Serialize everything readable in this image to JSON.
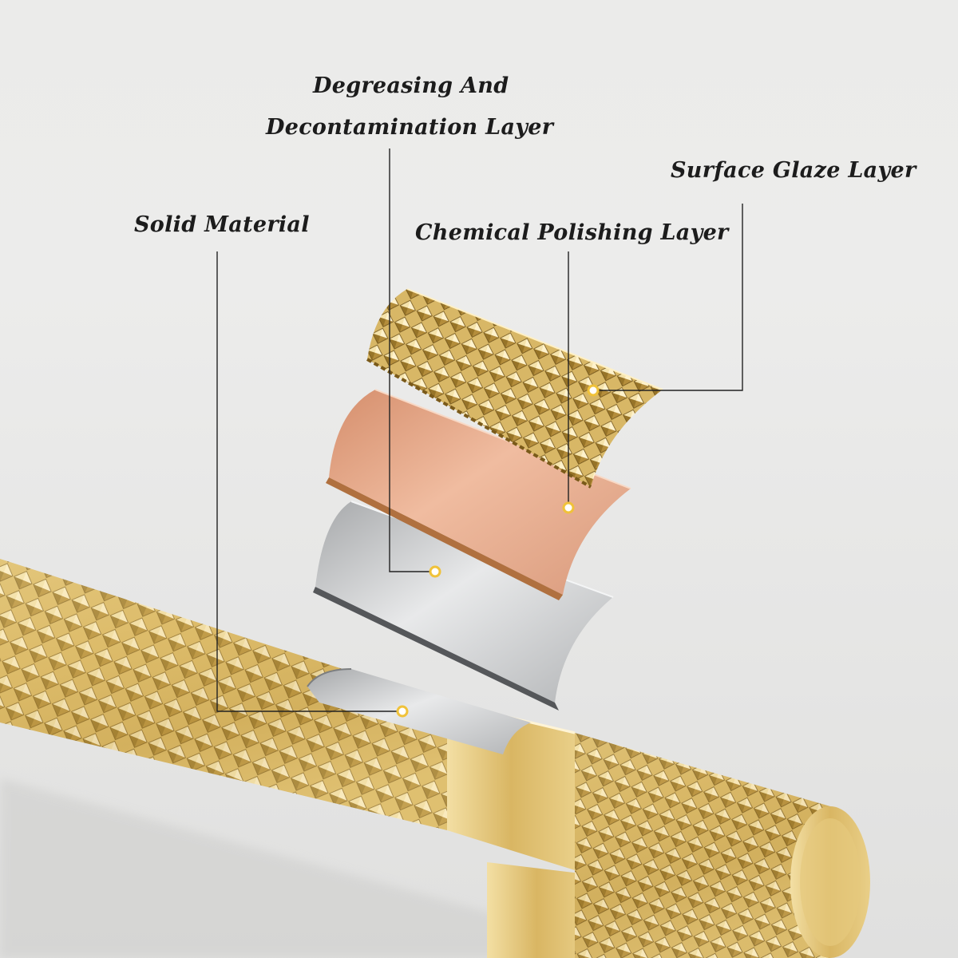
{
  "labels": {
    "degreasing_line1": "Degreasing And",
    "degreasing_line2": "Decontamination Layer",
    "surface_glaze": "Surface Glaze Layer",
    "solid_material": "Solid Material",
    "chemical_polishing": "Chemical Polishing Layer"
  },
  "colors": {
    "background": "#e7e7e6",
    "gold": "#d8b766",
    "copper": "#e2a687",
    "steel": "#b9bbbc",
    "leader_line": "#222222",
    "marker": "#f0c23a",
    "text": "#1c1c1c"
  }
}
